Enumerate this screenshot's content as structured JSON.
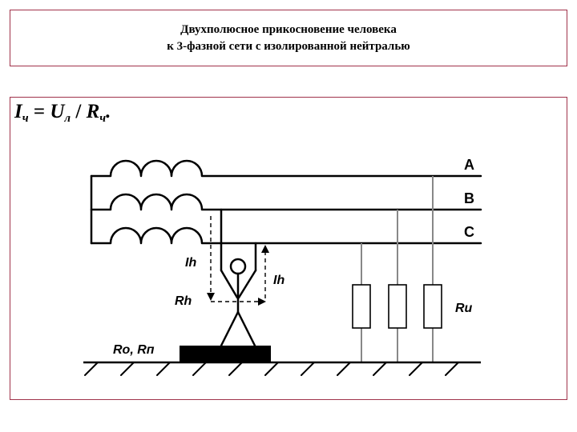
{
  "header": {
    "title_line1": "Двухполюсное прикосновение человека",
    "title_line2": "к 3-фазной сети с изолированной нейтралью"
  },
  "formula": {
    "i": "I",
    "i_sub": "ч",
    "eq": " = ",
    "u": "U",
    "u_sub": "л",
    "slash": " / ",
    "r": "R",
    "r_sub": "ч",
    "end": "."
  },
  "diagram": {
    "phase_a": "A",
    "phase_b": "B",
    "phase_c": "C",
    "ih_left": "Ih",
    "ih_right": "Ih",
    "rh": "Rh",
    "ru": "Ru",
    "ro_rp": "Ro, Rп"
  }
}
